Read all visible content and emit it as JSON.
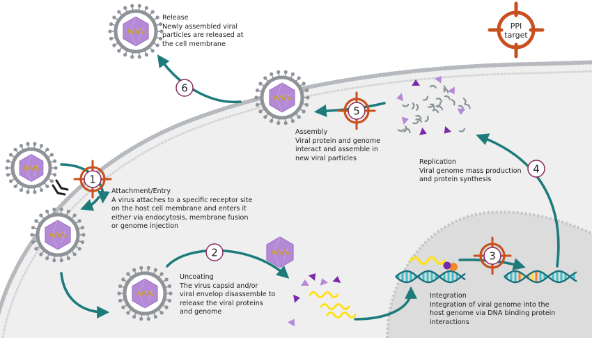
{
  "ppi_badge": {
    "line1": "PPI",
    "line2": "target"
  },
  "steps": [
    {
      "number": "1",
      "title": "Attachment/Entry",
      "lines": [
        "A virus attaches to a specific receptor site",
        "on the host cell membrane and enters it",
        "either via endocytosis, membrane fusion",
        "or genome injection"
      ]
    },
    {
      "number": "2",
      "title": "Uncoating",
      "lines": [
        "The virus capsid and/or",
        "viral envelop disassemble to",
        "release the viral proteins",
        "and genome"
      ]
    },
    {
      "number": "3",
      "title": "Integration",
      "lines": [
        "Integration of viral genome into the",
        "host genome via DNA binding protein",
        "interactions"
      ]
    },
    {
      "number": "4",
      "title": "Replication",
      "lines": [
        "Viral genome mass production",
        "and protein synthesis"
      ]
    },
    {
      "number": "5",
      "title": "Assembly",
      "lines": [
        "Viral protein and genome",
        "interact and assemble in",
        "new viral particles"
      ]
    },
    {
      "number": "6",
      "title": "Release",
      "lines": [
        "Newly assembled viral",
        "particles are released at",
        "the cell membrane"
      ]
    }
  ],
  "colors": {
    "target": "#c8501e",
    "arrow": "#1e7b7b",
    "capsid": "#b48ad6",
    "membrane": "#a9acb0",
    "cell": "#efefef",
    "nucleus": "#dcdcdc",
    "protein": "#7a2aa8",
    "rna": "#ffe11a"
  }
}
